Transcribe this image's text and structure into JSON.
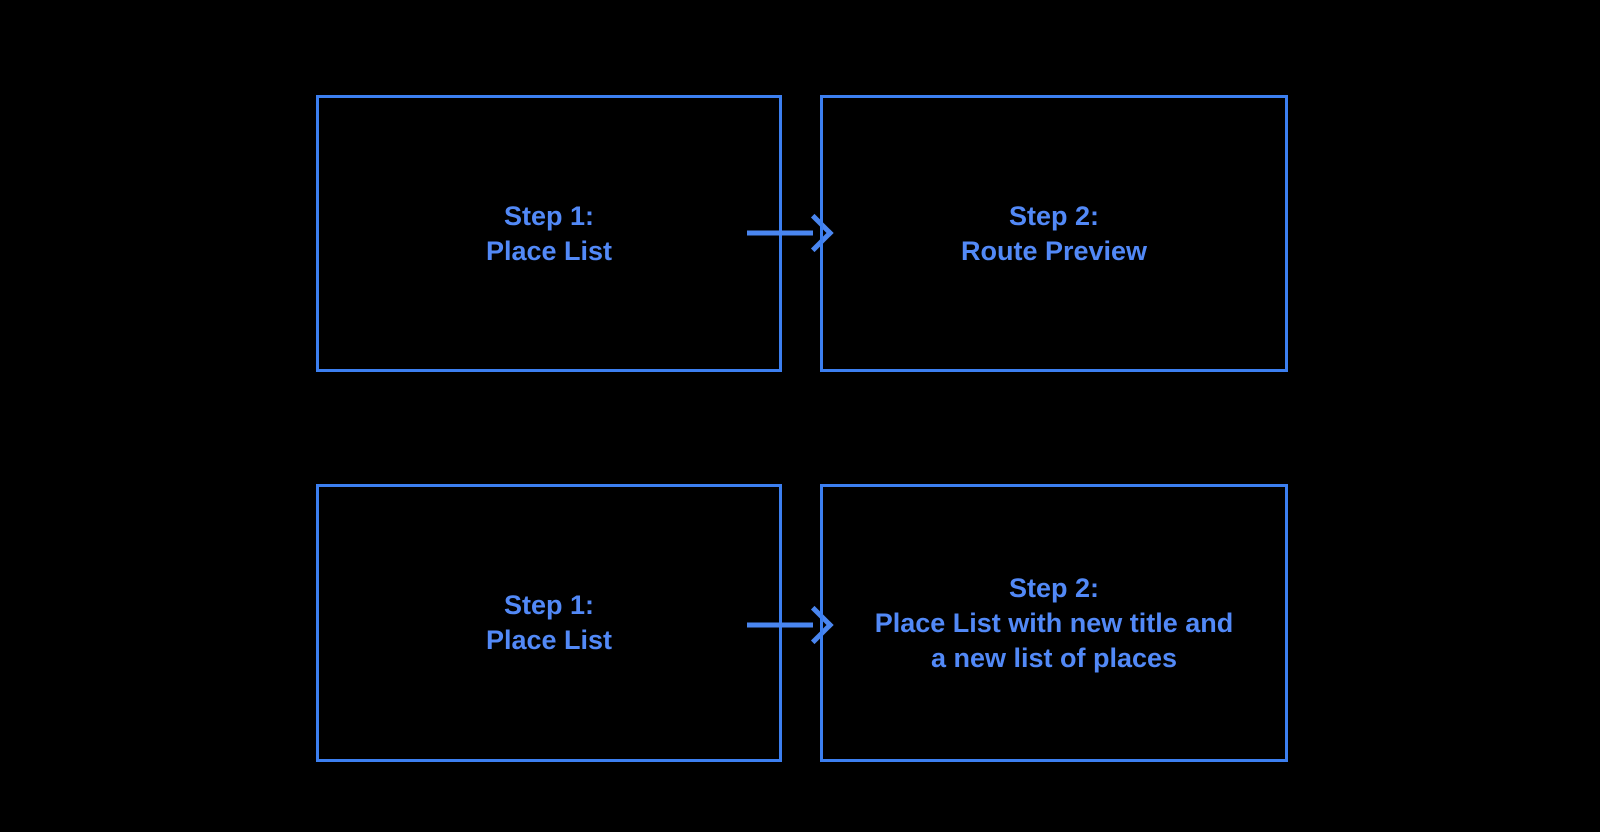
{
  "diagram": {
    "background_color": "#000000",
    "accent_color": "#4a86f0",
    "border_color": "#3c7ff0",
    "text_color": "#5289f7",
    "flows": [
      {
        "id": "flow-route-preview",
        "arrow_icon": "arrow-right-icon",
        "nodes": [
          {
            "id": "step-1-place-list",
            "label": "Step 1:\nPlace List",
            "step_number": "1",
            "title": "Place List"
          },
          {
            "id": "step-2-route-preview",
            "label": "Step 2:\nRoute Preview",
            "step_number": "2",
            "title": "Route Preview"
          }
        ]
      },
      {
        "id": "flow-new-place-list",
        "arrow_icon": "arrow-right-icon",
        "nodes": [
          {
            "id": "step-1-place-list-b",
            "label": "Step 1:\nPlace List",
            "step_number": "1",
            "title": "Place List"
          },
          {
            "id": "step-2-new-place-list",
            "label": "Step 2:\nPlace List with new title and\na new list of places",
            "step_number": "2",
            "title": "Place List with new title and a new list of places"
          }
        ]
      }
    ]
  }
}
